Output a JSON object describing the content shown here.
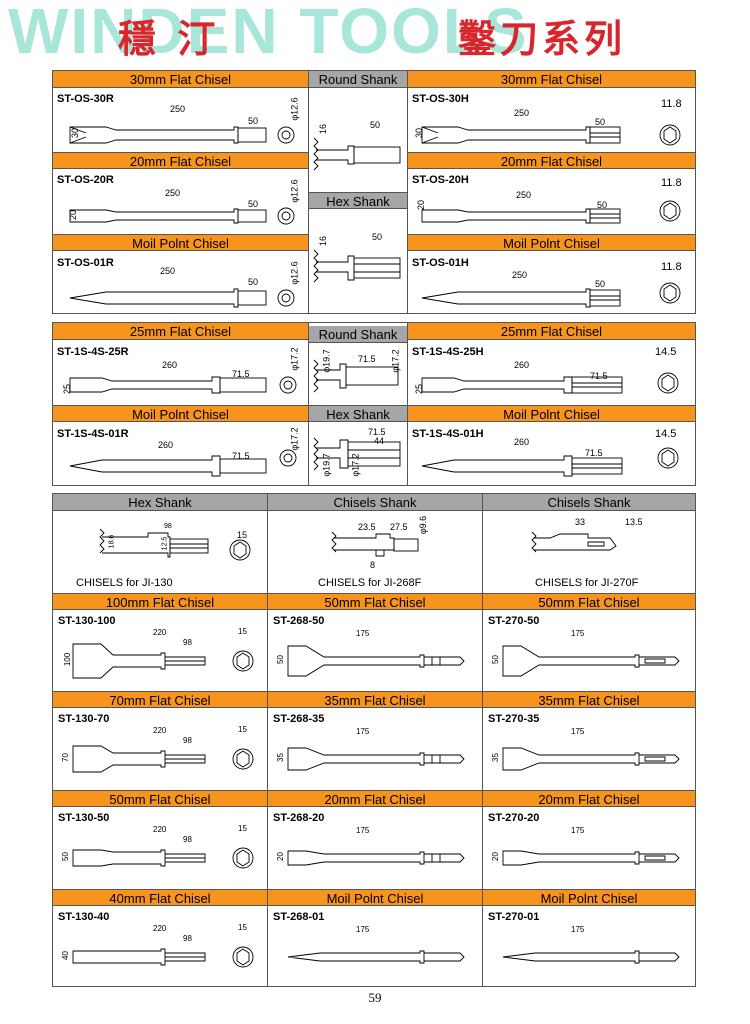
{
  "banner": {
    "watermark": "WINDEN TOOLS",
    "brand_cn": "穩 汀",
    "series_cn": "鑿刀系列"
  },
  "colors": {
    "header_orange": "#f7941d",
    "header_grey": "#a6a6a6",
    "watermark": "#a9e6da",
    "brand_red": "#d8262c"
  },
  "p1": {
    "h_left_1": "30mm Flat Chisel",
    "h_mid_1": "Round Shank",
    "h_right_1": "30mm Flat Chisel",
    "h_left_2": "20mm Flat Chisel",
    "h_mid_2": "Hex Shank",
    "h_right_2": "20mm Flat Chisel",
    "h_left_3": "Moil Polnt Chisel",
    "h_right_3": "Moil Polnt Chisel",
    "c1": "ST-OS-30R",
    "c2": "ST-OS-20R",
    "c3": "ST-OS-01R",
    "c4": "ST-OS-30H",
    "c5": "ST-OS-20H",
    "c6": "ST-OS-01H",
    "d250": "250",
    "d50": "50",
    "d30": "30",
    "d20": "20",
    "d16": "16",
    "dphi": "φ12.6",
    "d118": "11.8"
  },
  "p2": {
    "h_left_1": "25mm Flat Chisel",
    "h_mid_1": "Round Shank",
    "h_right_1": "25mm Flat Chisel",
    "h_left_2": "Moil Polnt Chisel",
    "h_mid_2": "Hex Shank",
    "h_right_2": "Moil Polnt Chisel",
    "c1": "ST-1S-4S-25R",
    "c2": "ST-1S-4S-01R",
    "c3": "ST-1S-4S-25H",
    "c4": "ST-1S-4S-01H",
    "d260": "260",
    "d715": "71.5",
    "d25": "25",
    "dphi": "φ17.2",
    "d197": "φ19.7",
    "d145": "14.5",
    "d44": "44"
  },
  "p3": {
    "h1": "Hex Shank",
    "h2": "Chisels Shank",
    "h3": "Chisels Shank",
    "n1": "CHISELS  for JI-130",
    "n2": "CHISELS  for JI-268F",
    "n3": "CHISELS  for JI-270F",
    "d98": "98",
    "d125": "12.5",
    "d186": "18.6",
    "d15": "15",
    "d235": "23.5",
    "d275": "27.5",
    "d96": "φ9.6",
    "d8": "8",
    "d33": "33",
    "d135": "13.5",
    "rows": [
      {
        "h": [
          "100mm Flat Chisel",
          "50mm Flat Chisel",
          "50mm Flat Chisel"
        ],
        "c": [
          "ST-130-100",
          "ST-268-50",
          "ST-270-50"
        ],
        "w": [
          "100",
          "50",
          "50"
        ]
      },
      {
        "h": [
          "70mm Flat Chisel",
          "35mm Flat Chisel",
          "35mm Flat Chisel"
        ],
        "c": [
          "ST-130-70",
          "ST-268-35",
          "ST-270-35"
        ],
        "w": [
          "70",
          "35",
          "35"
        ]
      },
      {
        "h": [
          "50mm Flat Chisel",
          "20mm Flat Chisel",
          "20mm Flat Chisel"
        ],
        "c": [
          "ST-130-50",
          "ST-268-20",
          "ST-270-20"
        ],
        "w": [
          "50",
          "20",
          "20"
        ]
      },
      {
        "h": [
          "40mm Flat Chisel",
          "Moil Polnt Chisel",
          "Moil Polnt Chisel"
        ],
        "c": [
          "ST-130-40",
          "ST-268-01",
          "ST-270-01"
        ],
        "w": [
          "40",
          "",
          ""
        ]
      }
    ],
    "d220": "220",
    "d175": "175"
  },
  "page_number": "59"
}
